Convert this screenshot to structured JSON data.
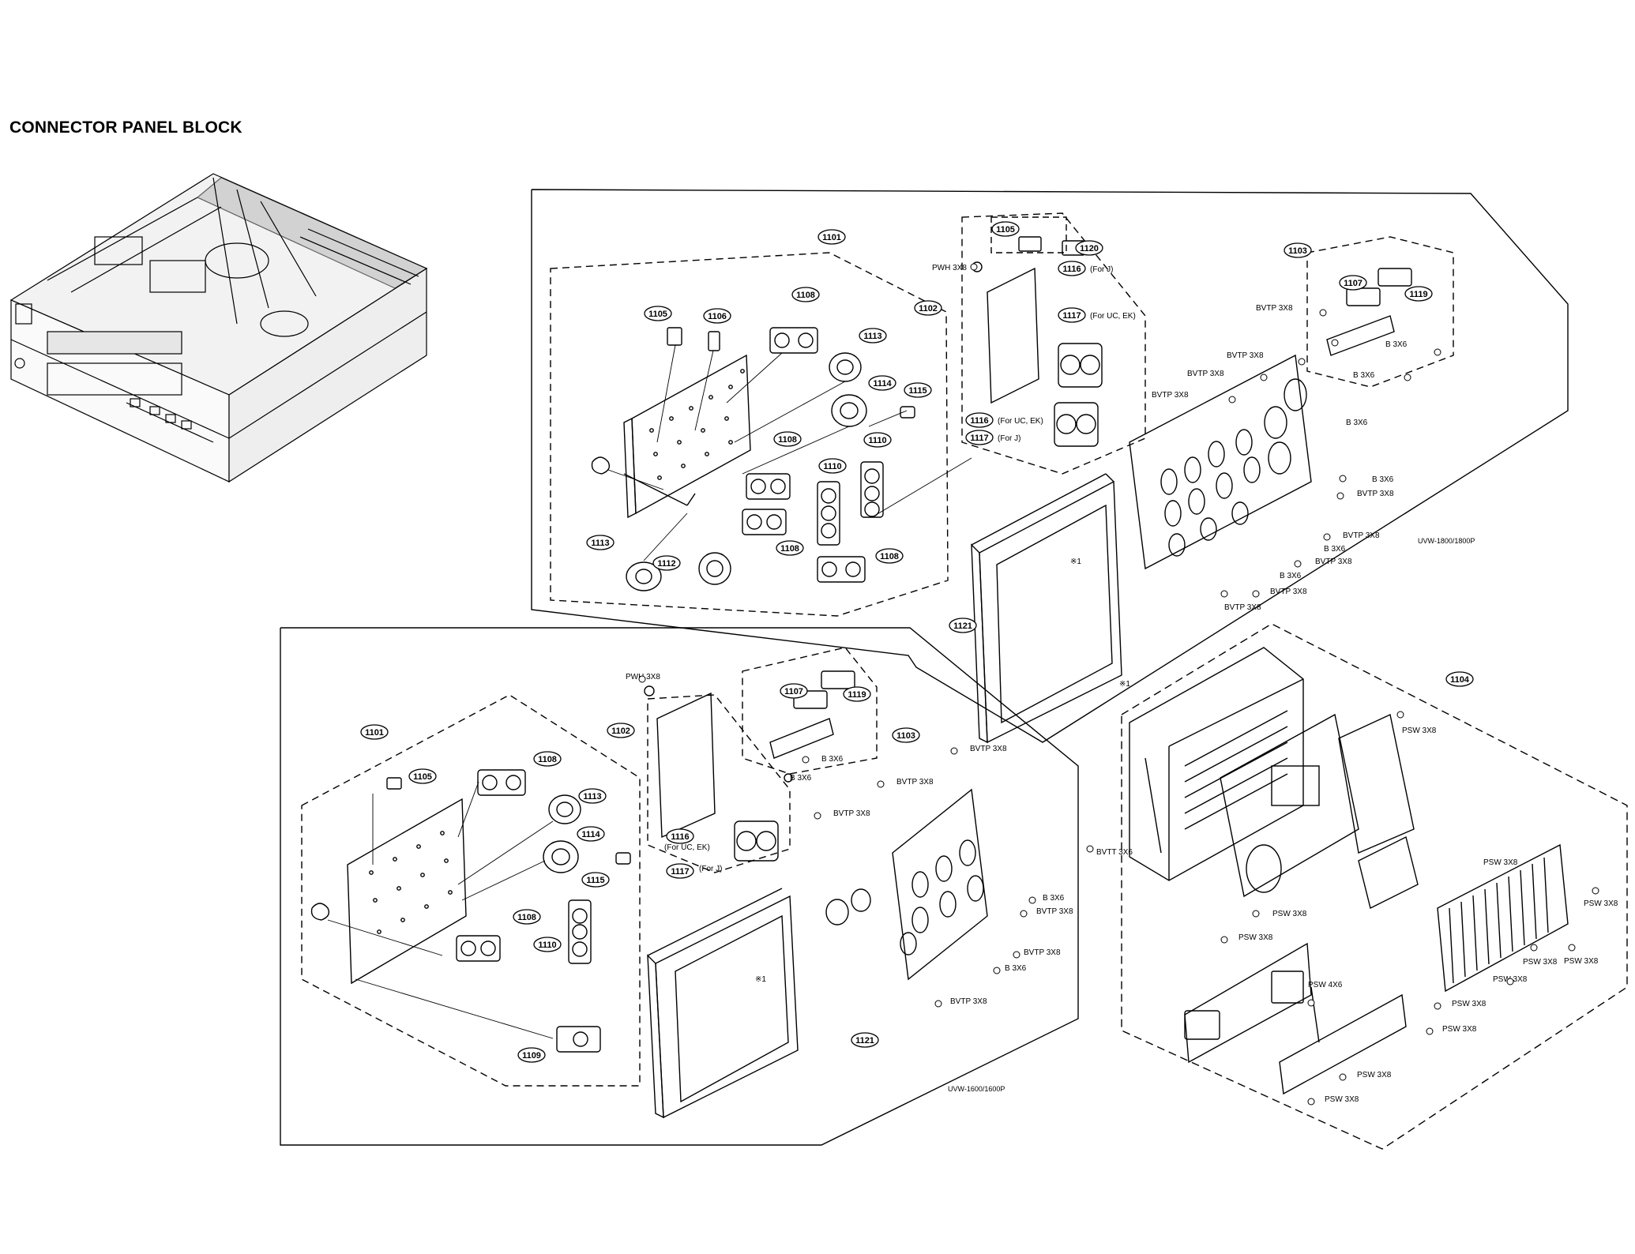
{
  "title": "CONNECTOR PANEL BLOCK",
  "models": {
    "upper": "UVW-1800/1800P",
    "lower": "UVW-1600/1600P"
  },
  "mark": "※1",
  "upper": {
    "p1101": "1101",
    "p1102": "1102",
    "p1103": "1103",
    "p1105a": "1105",
    "p1105b": "1105",
    "p1106": "1106",
    "p1107": "1107",
    "p1108a": "1108",
    "p1108b": "1108",
    "p1108c": "1108",
    "p1108d": "1108",
    "p1110a": "1110",
    "p1110b": "1110",
    "p1112": "1112",
    "p1113a": "1113",
    "p1113b": "1113",
    "p1114": "1114",
    "p1115": "1115",
    "p1116a": "1116",
    "p1116a_note": "(For J)",
    "p1117a": "1117",
    "p1117a_note": "(For UC, EK)",
    "p1116b": "1116",
    "p1116b_note": "(For UC, EK)",
    "p1117b": "1117",
    "p1117b_note": "(For J)",
    "p1119": "1119",
    "p1120": "1120",
    "p1121": "1121",
    "s_pwh": "PWH 3X8",
    "s_bvtp1": "BVTP 3X8",
    "s_bvtp2": "BVTP 3X8",
    "s_bvtp3": "BVTP 3X8",
    "s_bvtp4": "BVTP 3X8",
    "s_bvtp5": "BVTP 3X8",
    "s_bvtp6": "BVTP 3X8",
    "s_bvtp7": "BVTP 3X8",
    "s_bvtp8": "BVTP 3X8",
    "s_b36a": "B 3X6",
    "s_b36b": "B 3X6",
    "s_b36c": "B 3X6",
    "s_b36d": "B 3X6",
    "s_b36e": "B 3X6",
    "s_b36f": "B 3X6"
  },
  "lower": {
    "p1101": "1101",
    "p1102": "1102",
    "p1103": "1103",
    "p1105": "1105",
    "p1107": "1107",
    "p1108a": "1108",
    "p1108b": "1108",
    "p1109": "1109",
    "p1110": "1110",
    "p1113": "1113",
    "p1114": "1114",
    "p1115": "1115",
    "p1116": "1116",
    "p1116_note": "(For UC, EK)",
    "p1117": "1117",
    "p1117_note": "(For J)",
    "p1119": "1119",
    "p1121": "1121",
    "s_pwh": "PWH 3X8",
    "s_bvtp1": "BVTP 3X8",
    "s_bvtp2": "BVTP 3X8",
    "s_bvtp3": "BVTP 3X8",
    "s_bvtp4": "BVTP 3X8",
    "s_bvtp5": "BVTP 3X8",
    "s_bvtp6": "BVTP 3X8",
    "s_b36a": "B 3X6",
    "s_b36b": "B 3X6",
    "s_b36c": "B 3X6",
    "s_b36d": "B 3X6"
  },
  "power": {
    "p1104": "1104",
    "s_bvtt": "BVTT 3X6",
    "s_psw1": "PSW 3X8",
    "s_psw2": "PSW 3X8",
    "s_psw3": "PSW 3X8",
    "s_psw4": "PSW 3X8",
    "s_psw5": "PSW 3X8",
    "s_psw6": "PSW 3X8",
    "s_psw7": "PSW 3X8",
    "s_psw8": "PSW 3X8",
    "s_psw9": "PSW 3X8",
    "s_psw10": "PSW 3X8",
    "s_psw11": "PSW 3X8",
    "s_psw12": "PSW 3X8",
    "s_psw46": "PSW 4X6"
  }
}
